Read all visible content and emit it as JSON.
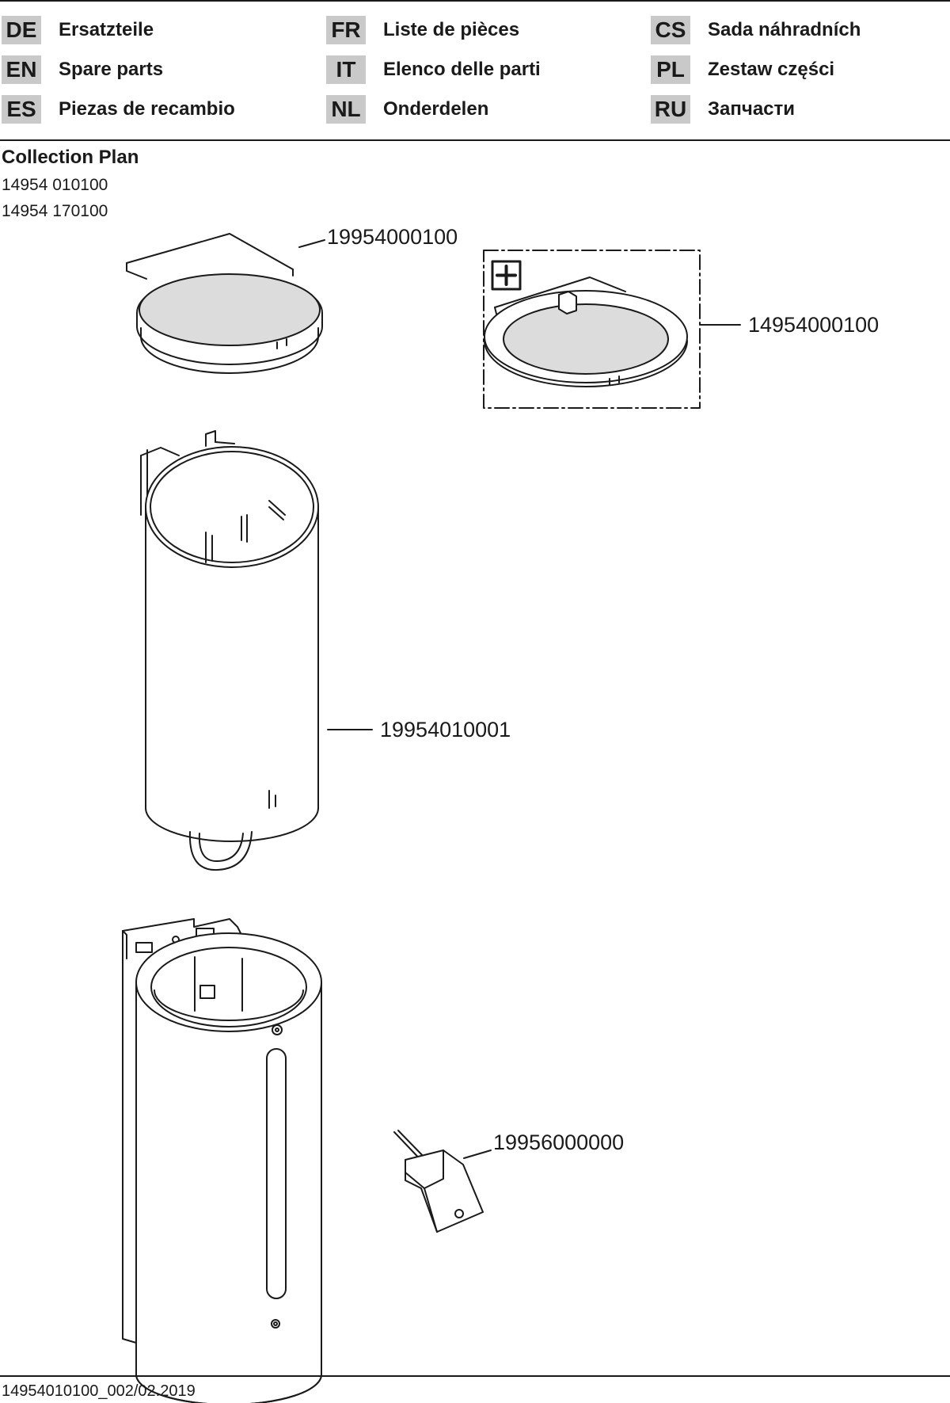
{
  "languages": [
    {
      "code": "DE",
      "label": "Ersatzteile"
    },
    {
      "code": "EN",
      "label": "Spare parts"
    },
    {
      "code": "ES",
      "label": "Piezas de recambio"
    },
    {
      "code": "FR",
      "label": "Liste de pièces"
    },
    {
      "code": "IT",
      "label": "Elenco delle parti"
    },
    {
      "code": "NL",
      "label": "Onderdelen"
    },
    {
      "code": "CS",
      "label": "Sada náhradních"
    },
    {
      "code": "PL",
      "label": "Zestaw części"
    },
    {
      "code": "RU",
      "label": "Запчасти"
    }
  ],
  "product": {
    "title": "Collection Plan",
    "articles": [
      "14954 010100",
      "14954 170100"
    ]
  },
  "parts": {
    "lid": "19954000100",
    "lid_accessory": "14954000100",
    "inner_container": "19954010001",
    "bracket": "19956000000"
  },
  "accessory_icon": "plus-icon",
  "footer": "14954010100_002/02.2019"
}
